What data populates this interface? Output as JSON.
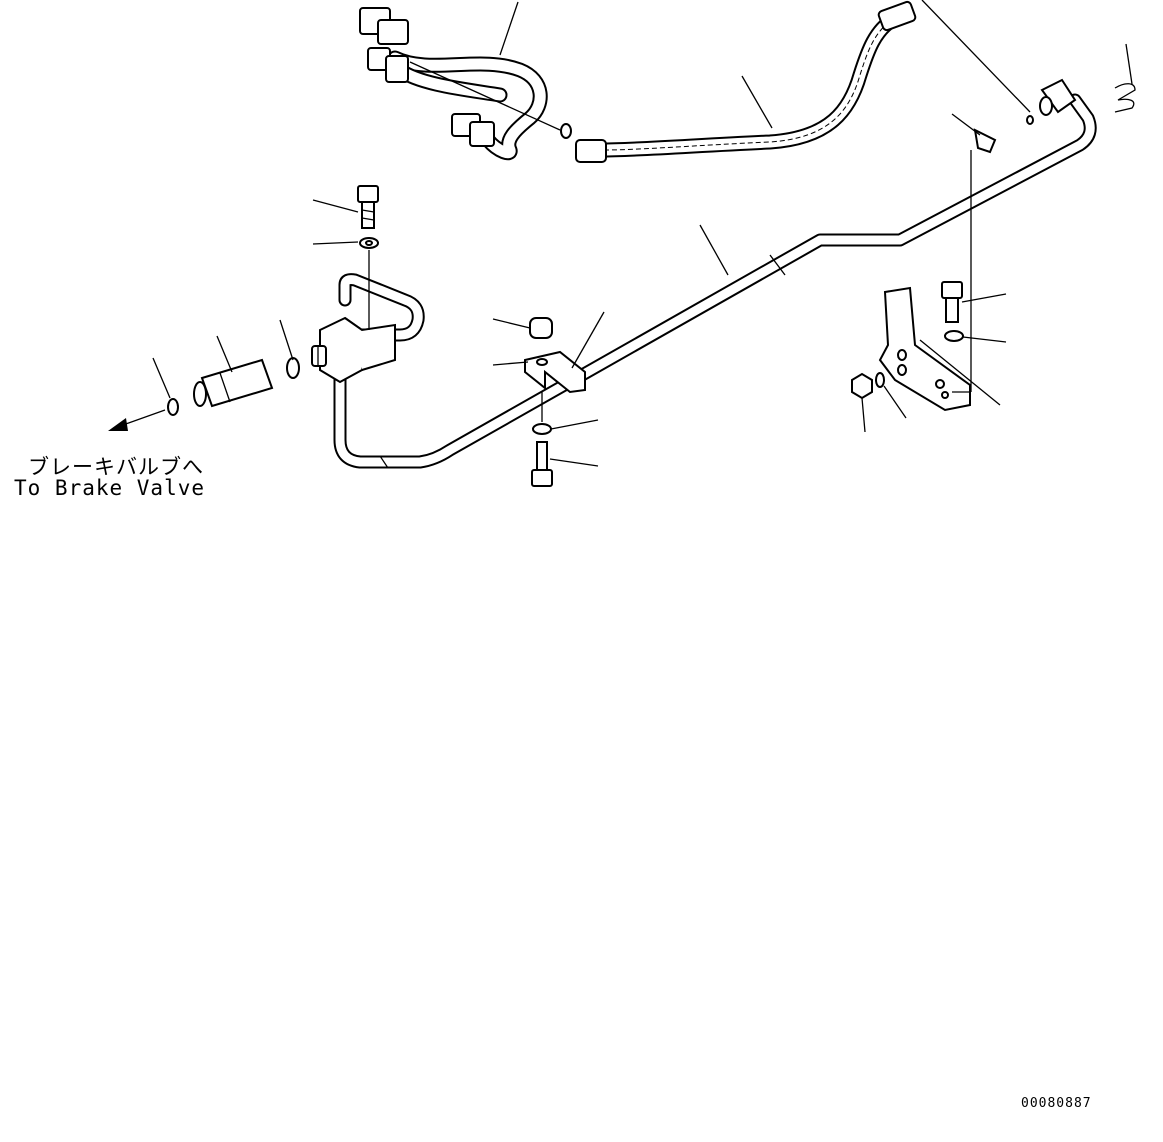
{
  "destination": {
    "label_jp": "ブレーキバルブへ",
    "label_en": "To Brake Valve"
  },
  "drawing_code": "00080887",
  "colors": {
    "line": "#000000",
    "background": "#ffffff"
  },
  "icons": [
    "arrow-left-icon"
  ]
}
